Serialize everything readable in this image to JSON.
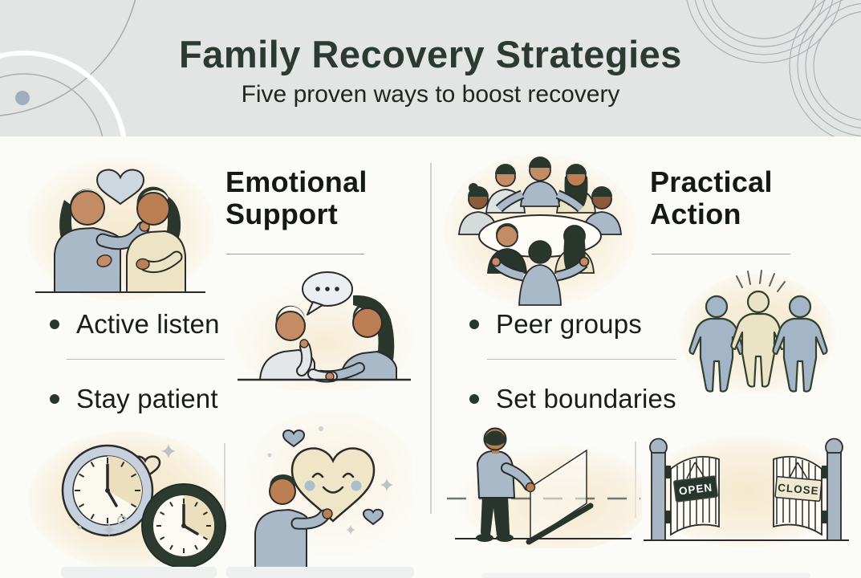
{
  "header": {
    "title": "Family Recovery Strategies",
    "subtitle": "Five proven ways to boost recovery"
  },
  "left_column": {
    "heading_lines": [
      "Emotional",
      "Support"
    ],
    "bullets": [
      "Active listen",
      "Stay patient"
    ],
    "illustration_names": [
      "comforting-pair-with-heart-icon",
      "supportive-conversation-icon",
      "two-clocks-patience-icon",
      "person-offering-smiling-heart-icon"
    ]
  },
  "right_column": {
    "heading_lines": [
      "Practical",
      "Action"
    ],
    "bullets": [
      "Peer groups",
      "Set boundaries"
    ],
    "illustration_names": [
      "peer-support-circle-icon",
      "three-people-holding-hands-icon",
      "person-setting-boundary-icon",
      "open-close-gate-icon"
    ]
  },
  "gate_signs": {
    "open": "OPEN",
    "close": "CLOSE"
  },
  "colors": {
    "header_bg": "#e2e5e4",
    "body_bg": "#fbfbf7",
    "title_text": "#2d3a32",
    "body_text": "#191d19",
    "accent_blue_gray": "#a9b9c8",
    "accent_cream": "#ece4c4",
    "accent_dark_green": "#2c3a30",
    "warm_glow": "#f6e9cf",
    "divider": "#cdd1d0"
  }
}
